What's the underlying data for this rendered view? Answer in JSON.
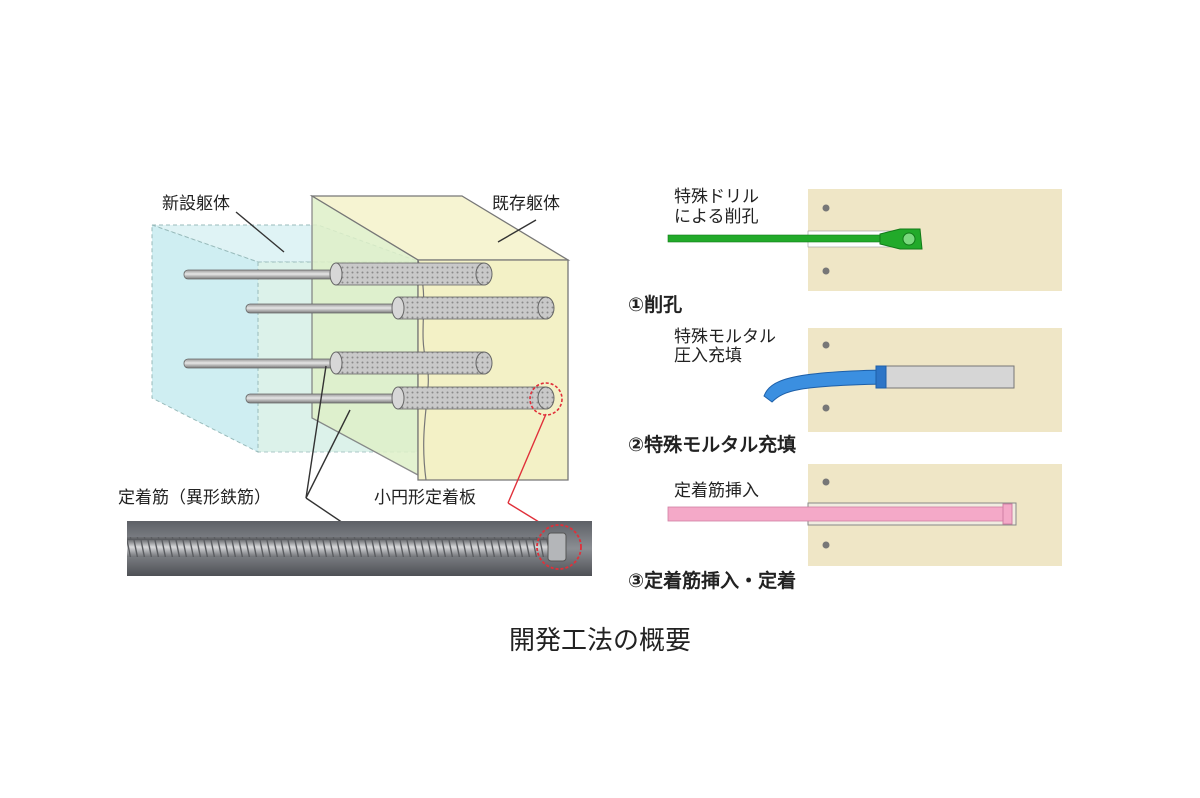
{
  "figure": {
    "caption": "開発工法の概要"
  },
  "left_diagram": {
    "label_new_body": "新設躯体",
    "label_existing_body": "既存躯体",
    "label_anchor_bar": "定着筋（異形鉄筋）",
    "label_anchor_plate": "小円形定着板"
  },
  "steps": [
    {
      "number_label": "①削孔",
      "note_lines": [
        "特殊ドリル",
        "による削孔"
      ],
      "tool_color": "#22aa2a"
    },
    {
      "number_label": "②特殊モルタル充填",
      "note_lines": [
        "特殊モルタル",
        "圧入充填"
      ],
      "tool_color": "#3b8fe0"
    },
    {
      "number_label": "③定着筋挿入・定着",
      "note_lines": [
        "定着筋挿入"
      ],
      "tool_color": "#f4a9c8"
    }
  ],
  "colors": {
    "existing_body": "#f3f1c6",
    "new_body": "#d6f0ec",
    "wall_panel": "#efe6c6",
    "highlight_circle": "#e0303a"
  }
}
